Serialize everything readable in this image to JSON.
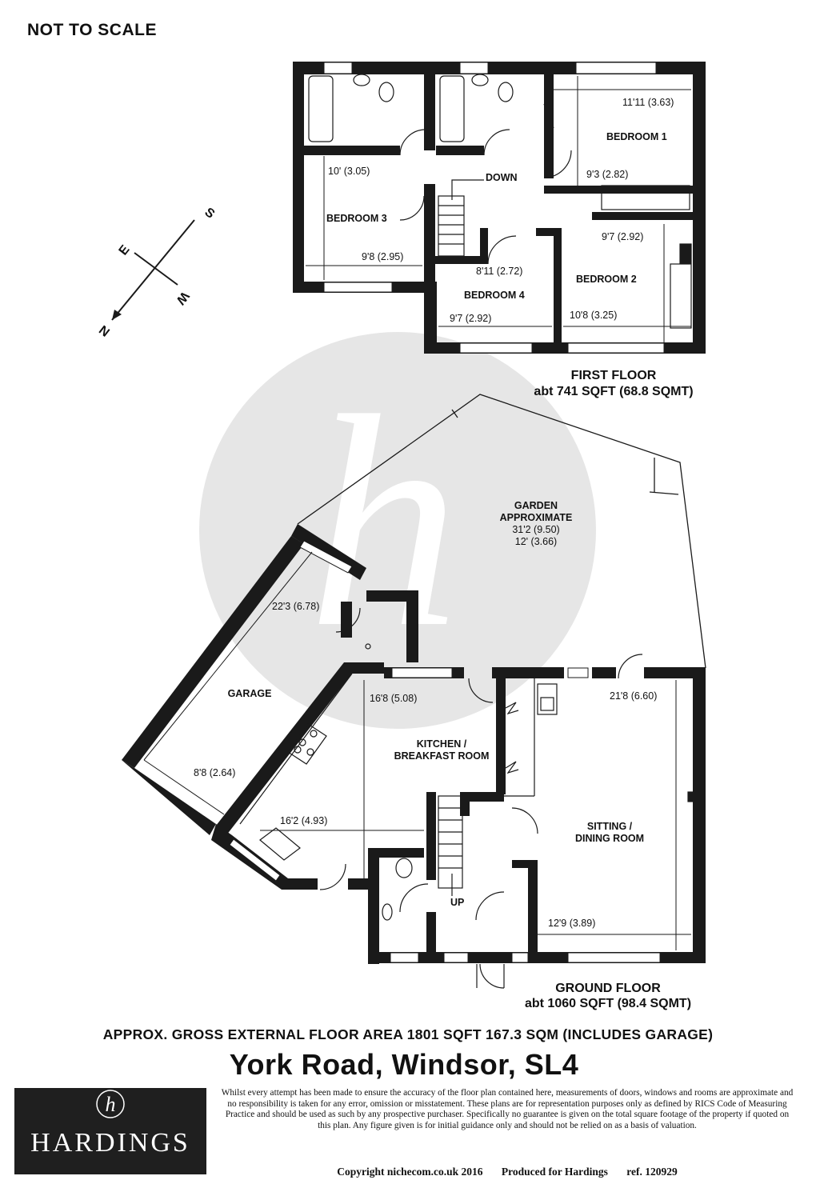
{
  "header": {
    "scale_note": "NOT TO SCALE"
  },
  "compass": {
    "labels": {
      "S": "S",
      "E": "E",
      "W": "W",
      "N": "N"
    }
  },
  "first_floor": {
    "rooms": {
      "bedroom1": {
        "name": "BEDROOM 1",
        "dim_a": "11'11 (3.63)",
        "dim_b": "9'3 (2.82)"
      },
      "bedroom2": {
        "name": "BEDROOM 2",
        "dim_a": "9'7 (2.92)",
        "dim_b": "10'8 (3.25)"
      },
      "bedroom3": {
        "name": "BEDROOM 3",
        "dim_a": "10' (3.05)",
        "dim_b": "9'8 (2.95)"
      },
      "bedroom4": {
        "name": "BEDROOM 4",
        "dim_a": "8'11 (2.72)",
        "dim_b": "9'7 (2.92)"
      },
      "stairs_label": "DOWN"
    },
    "title": "FIRST FLOOR",
    "area": "abt 741 SQFT (68.8 SQMT)"
  },
  "ground_floor": {
    "rooms": {
      "garden": {
        "name_line1": "GARDEN",
        "name_line2": "APPROXIMATE",
        "dim_a": "31'2 (9.50)",
        "dim_b": "12' (3.66)"
      },
      "garage": {
        "name": "GARAGE",
        "dim_a": "22'3 (6.78)",
        "dim_b": "8'8 (2.64)"
      },
      "kitchen": {
        "name_line1": "KITCHEN /",
        "name_line2": "BREAKFAST ROOM",
        "dim_a": "16'8 (5.08)",
        "dim_b": "16'2 (4.93)"
      },
      "sitting": {
        "name_line1": "SITTING /",
        "name_line2": "DINING ROOM",
        "dim_a": "21'8 (6.60)",
        "dim_b": "12'9 (3.89)"
      },
      "stairs_label": "UP"
    },
    "title": "GROUND FLOOR",
    "area": "abt 1060 SQFT (98.4 SQMT)"
  },
  "summary": {
    "gross_area": "APPROX. GROSS EXTERNAL FLOOR AREA 1801 SQFT 167.3 SQM (INCLUDES GARAGE)",
    "address": "York Road, Windsor, SL4"
  },
  "branding": {
    "logo_text": "HARDINGS",
    "logo_letter": "h",
    "watermark_letter": "h"
  },
  "disclaimer": "Whilst every attempt has been made to ensure the accuracy of the floor plan contained here, measurements of doors, windows and rooms are approximate and no responsibility is taken for any error, omission or misstatement. These plans are for representation purposes only as defined by RICS Code of Measuring Practice and should be used as such by any prospective purchaser.  Specifically no guarantee is given on the total square footage of the property if quoted on this plan. Any figure given is for initial guidance only and should not be relied on as a basis of valuation.",
  "footer": {
    "copyright": "Copyright nichecom.co.uk 2016",
    "produced": "Produced for Hardings",
    "ref": "ref. 120929"
  }
}
